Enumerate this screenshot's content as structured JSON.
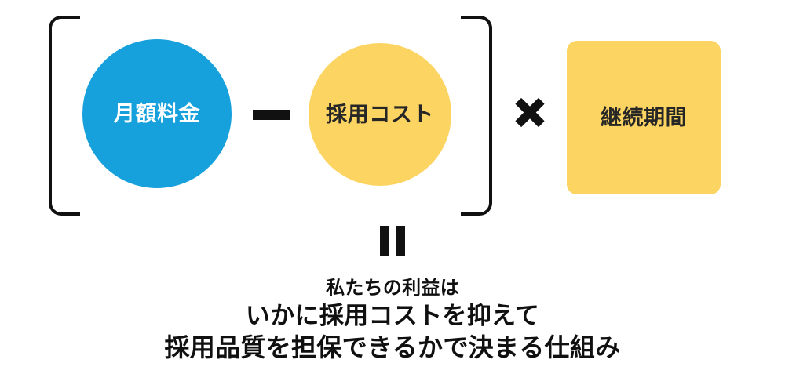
{
  "formula": {
    "bracket": {
      "left_icon": "bracket-left",
      "right_icon": "bracket-right"
    },
    "terms": [
      {
        "id": "monthly-fee",
        "label": "月額料金",
        "shape": "circle",
        "fill": "#16a0dc",
        "text_color": "#ffffff"
      },
      {
        "id": "hiring-cost",
        "label": "採用コスト",
        "shape": "circle",
        "fill": "#fcd462",
        "text_color": "#262626"
      },
      {
        "id": "duration",
        "label": "継続期間",
        "shape": "rounded-square",
        "fill": "#fcd462",
        "text_color": "#262626"
      }
    ],
    "operators": {
      "minus": "−",
      "times": "×",
      "equals": "="
    }
  },
  "caption": {
    "line1": "私たちの利益は",
    "line2": "いかに採用コストを抑えて",
    "line3": "採用品質を担保できるかで決まる仕組み"
  },
  "colors": {
    "blue": "#16a0dc",
    "yellow": "#fcd462",
    "ink": "#111111",
    "background": "#ffffff"
  }
}
